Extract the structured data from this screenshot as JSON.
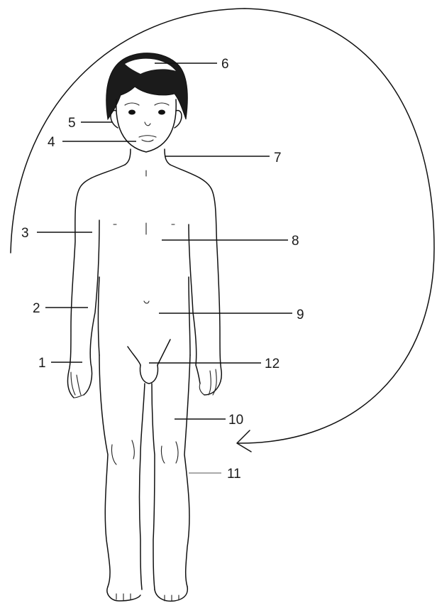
{
  "diagram": {
    "labels": [
      {
        "id": "1",
        "text": "1"
      },
      {
        "id": "2",
        "text": "2"
      },
      {
        "id": "3",
        "text": "3"
      },
      {
        "id": "4",
        "text": "4"
      },
      {
        "id": "5",
        "text": "5"
      },
      {
        "id": "6",
        "text": "6"
      },
      {
        "id": "7",
        "text": "7"
      },
      {
        "id": "8",
        "text": "8"
      },
      {
        "id": "9",
        "text": "9"
      },
      {
        "id": "10",
        "text": "10"
      },
      {
        "id": "11",
        "text": "11"
      },
      {
        "id": "12",
        "text": "12"
      }
    ],
    "arrow_direction": "clockwise"
  }
}
